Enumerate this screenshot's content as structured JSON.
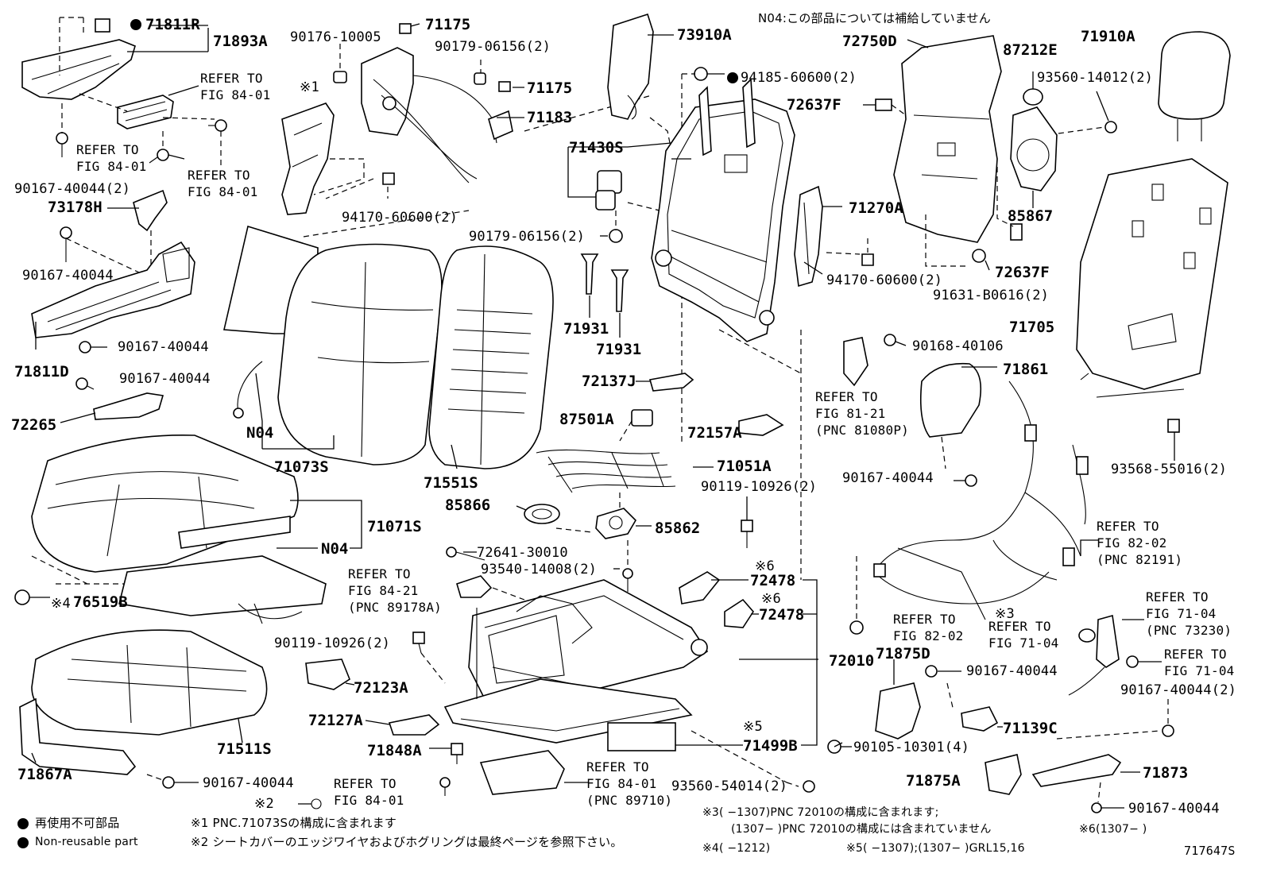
{
  "header": {
    "note_n04": "N04:この部品については補給していません",
    "diagram_code": "717647S"
  },
  "legend": {
    "jp": "再使用不可部品",
    "en": "Non-reusable part"
  },
  "footnotes": {
    "f1": "※1 PNC.71073Sの構成に含まれます",
    "f2": "※2 シートカバーのエッジワイヤおよびホグリングは最終ページを参照下さい。",
    "f3a": "※3(      −1307)PNC 72010の構成に含まれます;",
    "f3b": "(1307−      )PNC 72010の構成には含まれていません",
    "f4": "※4(      −1212)",
    "f5": "※5(      −1307);(1307−      )GRL15,16",
    "f6": "※6(1307−      )"
  },
  "labels": {
    "p71811R": "71811R",
    "p71893A": "71893A",
    "p90176_10005": "90176-10005",
    "p71175a": "71175",
    "p90179_06156_2a": "90179-06156(2)",
    "p71175b": "71175",
    "p71183": "71183",
    "p73910A": "73910A",
    "p94185_60600_2": "94185-60600(2)",
    "p72750D": "72750D",
    "p87212E": "87212E",
    "p71910A": "71910A",
    "p93560_14012_2": "93560-14012(2)",
    "p72637Fa": "72637F",
    "p71430S": "71430S",
    "p94170_60600_2a": "94170-60600(2)",
    "p90179_06156_2b": "90179-06156(2)",
    "p71270A": "71270A",
    "p85867": "85867",
    "p72637Fb": "72637F",
    "p94170_60600_2b": "94170-60600(2)",
    "p91631_B0616_2": "91631-B0616(2)",
    "p71705": "71705",
    "p90167_40044_2a": "90167-40044(2)",
    "p73178H": "73178H",
    "p90167_40044a": "90167-40044",
    "p90167_40044b": "90167-40044",
    "p71811D": "71811D",
    "p90167_40044c": "90167-40044",
    "p72265": "72265",
    "p71931a": "71931",
    "p71931b": "71931",
    "p90168_40106": "90168-40106",
    "p71861": "71861",
    "p72137J": "72137J",
    "pN04a": "N04",
    "p71073S": "71073S",
    "p71551S": "71551S",
    "p87501A": "87501A",
    "p72157A": "72157A",
    "p71051A": "71051A",
    "p90119_10926_2a": "90119-10926(2)",
    "p85866": "85866",
    "p85862": "85862",
    "p90167_40044d": "90167-40044",
    "p93568_55016_2": "93568-55016(2)",
    "p71071S": "71071S",
    "pN04b": "N04",
    "p72641_30010": "72641-30010",
    "p93540_14008_2": "93540-14008(2)",
    "p76519B": "76519B",
    "p72478a": "72478",
    "p72478b": "72478",
    "p90119_10926_2b": "90119-10926(2)",
    "p72123A": "72123A",
    "p72010": "72010",
    "p71875D": "71875D",
    "p90167_40044e": "90167-40044",
    "p90167_40044_2b": "90167-40044(2)",
    "p72127A": "72127A",
    "p71511S": "71511S",
    "p71139C": "71139C",
    "p71499B": "71499B",
    "p90105_10301_4": "90105-10301(4)",
    "p71848A": "71848A",
    "p71867A": "71867A",
    "p90167_40044f": "90167-40044",
    "p93560_54014_2": "93560-54014(2)",
    "p71875A": "71875A",
    "p71873": "71873",
    "p90167_40044g": "90167-40044",
    "s1": "※1",
    "s2": "※2",
    "s4": "※4",
    "s5": "※5",
    "s6a": "※6",
    "s6b": "※6",
    "s3": "※3"
  },
  "refs": {
    "r1": [
      "REFER TO",
      "FIG 84-01"
    ],
    "r2": [
      "REFER TO",
      "FIG 84-01"
    ],
    "r3": [
      "REFER TO",
      "FIG 84-01"
    ],
    "r4": [
      "REFER TO",
      "FIG 81-21",
      "(PNC 81080P)"
    ],
    "r5": [
      "REFER TO",
      "FIG 84-21",
      "(PNC 89178A)"
    ],
    "r6": [
      "REFER TO",
      "FIG 82-02",
      "(PNC 82191)"
    ],
    "r7": [
      "REFER TO",
      "FIG 82-02"
    ],
    "r8": [
      "REFER TO",
      "FIG 71-04"
    ],
    "r9": [
      "REFER TO",
      "FIG 71-04",
      "(PNC 73230)"
    ],
    "r10": [
      "REFER TO",
      "FIG 71-04"
    ],
    "r11": [
      "REFER TO",
      "FIG 84-01",
      "(PNC 89710)"
    ],
    "r12": [
      "REFER TO",
      "FIG 84-01"
    ]
  }
}
